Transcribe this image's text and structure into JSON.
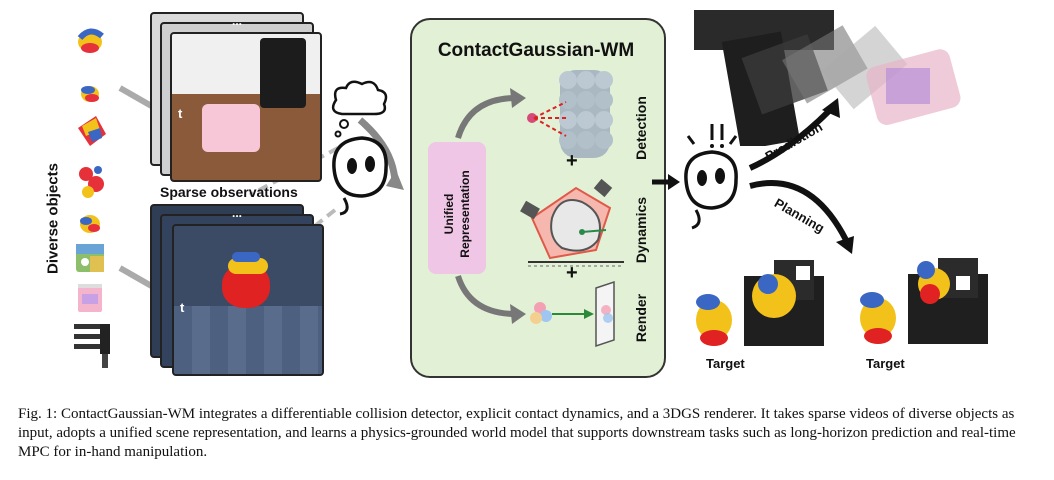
{
  "figure": {
    "side_label": "Diverse objects",
    "sparse_label": "Sparse observations",
    "frame_time_label": "t",
    "frame_dots": "...",
    "model_title": "ContactGaussian-WM",
    "unified_label": "Unified\nRepresentation",
    "module_labels": [
      "Detection",
      "Dynamics",
      "Render"
    ],
    "plus_sign": "+",
    "arrow_labels": [
      "Prediction",
      "Planning"
    ],
    "target_labels": [
      "Target",
      "Target"
    ]
  },
  "caption": {
    "prefix": "Fig. 1:",
    "text": "ContactGaussian-WM integrates a differentiable collision detector, explicit contact dynamics, and a 3DGS renderer. It takes sparse videos of diverse objects as input, adopts a unified scene representation, and learns a physics-grounded world model that supports downstream tasks such as long-horizon prediction and real-time MPC for in-hand manipulation."
  }
}
